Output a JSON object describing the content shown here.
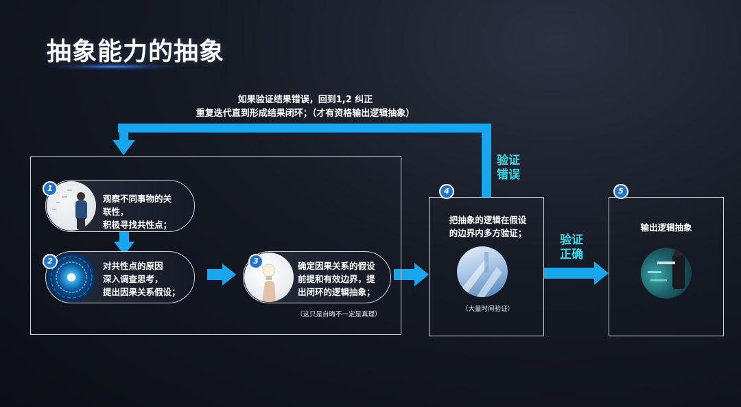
{
  "title": "抽象能力的抽象",
  "feedback": {
    "line1": "如果验证结果错误，回到1,2 纠正",
    "line2": "重复迭代直到形成结果闭环；（才有资格输出逻辑抽象）"
  },
  "labels": {
    "verify_wrong_1": "验证",
    "verify_wrong_2": "错误",
    "verify_right_1": "验证",
    "verify_right_2": "正确"
  },
  "steps": [
    {
      "num": "1",
      "lines": [
        "观察不同事物的关",
        "联性，",
        "积极寻找共性点；"
      ]
    },
    {
      "num": "2",
      "lines": [
        "对共性点的原因",
        "深入调查思考，",
        "提出因果关系假设；"
      ]
    },
    {
      "num": "3",
      "lines": [
        "确定因果关系的假设",
        "前提和有效边界，提",
        "出闭环的逻辑抽象；"
      ],
      "note": "（这只是自晦不一定是真理）"
    },
    {
      "num": "4",
      "lines": [
        "把抽象的逻辑在假设",
        "的边界内多方验证；"
      ],
      "note": "（大量时间验证）"
    },
    {
      "num": "5",
      "lines": [
        "输出逻辑抽象"
      ]
    }
  ],
  "colors": {
    "arrow": "#1aa6ec",
    "teal": "#3fd6e8",
    "badge": "#1f73c8"
  }
}
